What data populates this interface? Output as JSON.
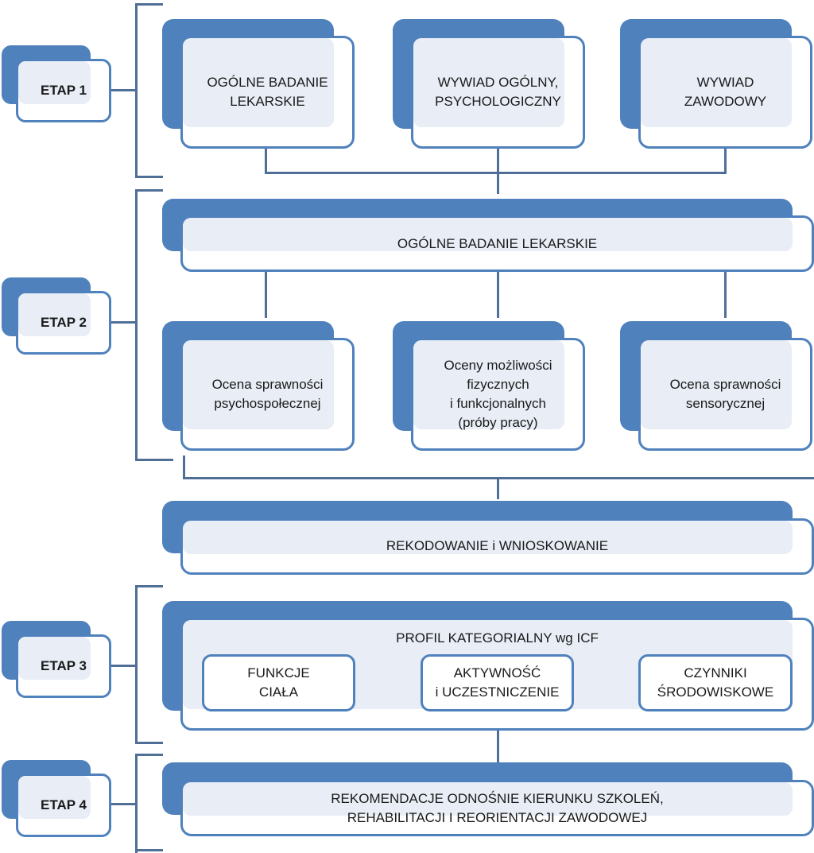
{
  "stages": {
    "etap1": "ETAP 1",
    "etap2": "ETAP 2",
    "etap3": "ETAP 3",
    "etap4": "ETAP 4"
  },
  "stage1": {
    "box1": "OGÓLNE BADANIE\nLEKARSKIE",
    "box2": "WYWIAD OGÓLNY,\nPSYCHOLOGICZNY",
    "box3": "WYWIAD\nZAWODOWY"
  },
  "stage2": {
    "header": "OGÓLNE BADANIE LEKARSKIE",
    "box1": "Ocena sprawności\npsychospołecznej",
    "box2": "Oceny możliwości\nfizycznych\ni funkcjonalnych\n(próby pracy)",
    "box3": "Ocena sprawności\nsensorycznej"
  },
  "recoding": "REKODOWANIE i WNIOSKOWANIE",
  "stage3": {
    "title": "PROFIL KATEGORIALNY wg ICF",
    "sub1": "FUNKCJE\nCIAŁA",
    "sub2": "AKTYWNOŚĆ\ni UCZESTNICZENIE",
    "sub3": "CZYNNIKI\nŚRODOWISKOWE"
  },
  "stage4": {
    "text": "REKOMENDACJE ODNOŚNIE KIERUNKU SZKOLEŃ,\nREHABILITACJI I REORIENTACJI ZAWODOWEJ"
  },
  "colors": {
    "accent": "#4f81bd",
    "fill": "#e8edf6",
    "connector": "#4f6f96"
  }
}
